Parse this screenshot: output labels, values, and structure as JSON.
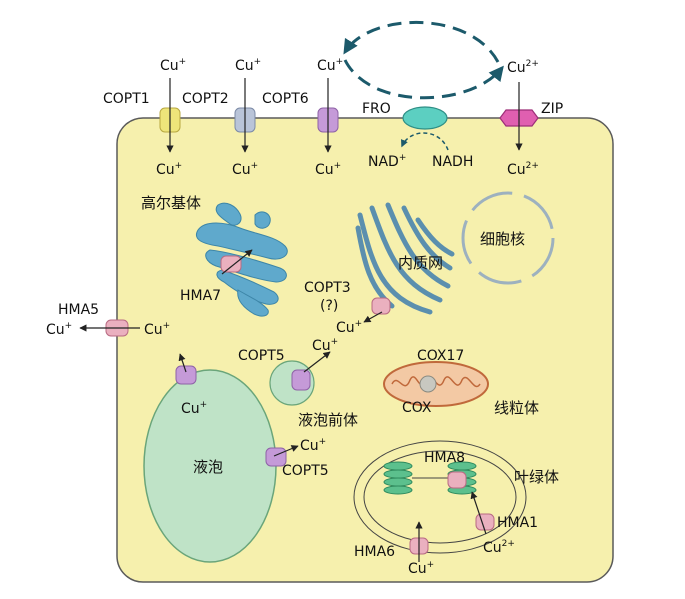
{
  "colors": {
    "cell_fill": "#f6f0ad",
    "cell_stroke": "#5a5a5a",
    "golgi": "#5fa9cc",
    "er": "#5b8fae",
    "vacuole": "#bfe3c7",
    "vacuole_stroke": "#6aa57a",
    "mito_outer": "#f3c9a4",
    "mito_stroke": "#c0693b",
    "chloro_grana": "#5cc08d",
    "nucleus_dash": "#9db1bf",
    "cycle_arrow": "#1c5a6b",
    "fro": "#5ccfc1",
    "zip": "#e05fb0",
    "copt_transporter": "#c59ad8",
    "hma_transporter": "#eab0bf"
  },
  "ions": {
    "cu_plus": "Cu",
    "cu2_plus": "Cu",
    "plus_sup": "+",
    "two_plus_sup": "2+"
  },
  "transporters": {
    "copt1": "COPT1",
    "copt2": "COPT2",
    "copt6": "COPT6",
    "copt3": "COPT3",
    "copt3_note": "(?)",
    "copt5_prevacuole": "COPT5",
    "copt5_vacuole": "COPT5",
    "fro": "FRO",
    "zip": "ZIP",
    "hma5": "HMA5",
    "hma7": "HMA7",
    "hma8": "HMA8",
    "hma1": "HMA1",
    "hma6": "HMA6",
    "cox17": "COX17",
    "cox": "COX"
  },
  "cofactors": {
    "nad_plus": "NAD",
    "nad_sup": "+",
    "nadh": "NADH"
  },
  "organelles": {
    "golgi": "高尔基体",
    "er": "内质网",
    "nucleus": "细胞核",
    "prevacuole": "液泡前体",
    "vacuole": "液泡",
    "mitochondrion": "线粒体",
    "chloroplast": "叶绿体"
  }
}
